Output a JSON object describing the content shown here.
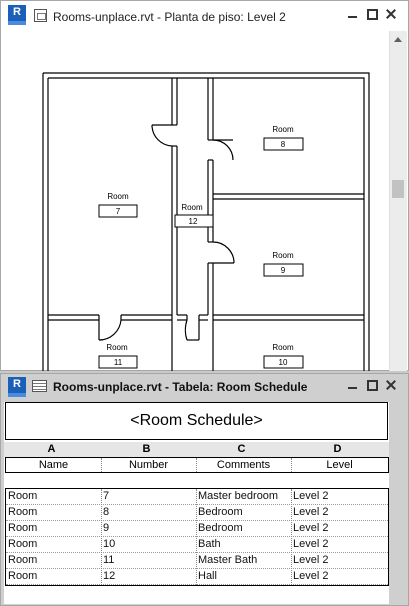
{
  "plan_window": {
    "title": "Rooms-unplace.rvt - Planta de piso: Level 2",
    "logo_letter": "R",
    "room_tags": [
      {
        "name": "Room",
        "number": "7"
      },
      {
        "name": "Room",
        "number": "8"
      },
      {
        "name": "Room",
        "number": "12"
      },
      {
        "name": "Room",
        "number": "9"
      },
      {
        "name": "Room",
        "number": "11"
      },
      {
        "name": "Room",
        "number": "10"
      }
    ]
  },
  "schedule_window": {
    "title": "Rooms-unplace.rvt - Tabela: Room Schedule",
    "logo_letter": "R",
    "schedule_title": "<Room Schedule>",
    "column_letters": [
      "A",
      "B",
      "C",
      "D"
    ],
    "column_headers": [
      "Name",
      "Number",
      "Comments",
      "Level"
    ],
    "rows": [
      [
        "Room",
        "7",
        "Master bedroom",
        "Level 2"
      ],
      [
        "Room",
        "8",
        "Bedroom",
        "Level 2"
      ],
      [
        "Room",
        "9",
        "Bedroom",
        "Level 2"
      ],
      [
        "Room",
        "10",
        "Bath",
        "Level 2"
      ],
      [
        "Room",
        "11",
        "Master Bath",
        "Level 2"
      ],
      [
        "Room",
        "12",
        "Hall",
        "Level 2"
      ]
    ]
  },
  "colors": {
    "revit_blue": "#1c5fb8",
    "wall": "#000000",
    "background": "#c9c9c9"
  },
  "icons": [
    "revit-logo-icon",
    "floor-plan-icon",
    "schedule-icon",
    "minimize-icon",
    "maximize-icon",
    "close-icon",
    "scroll-up-arrow-icon"
  ]
}
